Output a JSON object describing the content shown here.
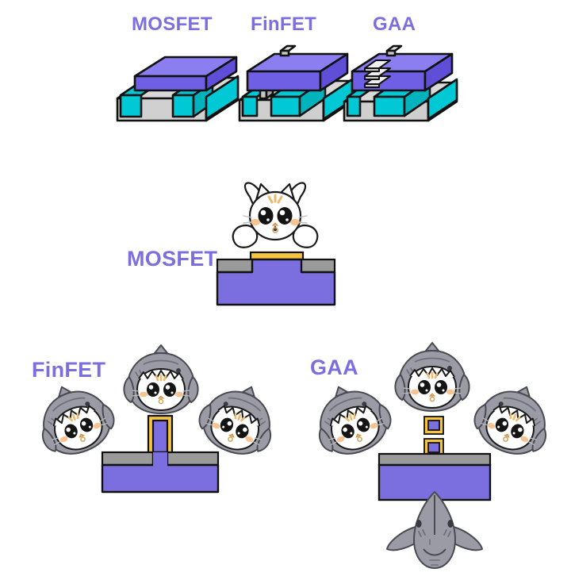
{
  "figure": {
    "title_labels_row": [
      "MOSFET",
      "FinFET",
      "GAA"
    ],
    "palette": {
      "accent_purple": "#7b6fe0",
      "body_purple": "#7b6fe0",
      "gate_gold": "#f5c542",
      "gate_gold_dark": "#c9922a",
      "silicon_gray": "#9a9a9a",
      "cyan_sd": "#00c8d4",
      "outline_black": "#111111",
      "shark_gray": "#9b9ba5",
      "shark_gray_dark": "#7e7e8a",
      "cat_white": "#ffffff",
      "cat_tan": "#f2b96b",
      "blush": "#f6b97f"
    }
  },
  "top_row": {
    "items": [
      {
        "label": "MOSFET",
        "icon": "mosfet-3d-icon",
        "gate_type": "planar"
      },
      {
        "label": "FinFET",
        "icon": "finfet-3d-icon",
        "gate_type": "fin"
      },
      {
        "label": "GAA",
        "icon": "gaa-3d-icon",
        "gate_type": "nanosheet-stack"
      }
    ]
  },
  "mosfet_section": {
    "label": "MOSFET",
    "mascots": [
      {
        "name": "cat-plain-top",
        "type": "cat",
        "hood": "none",
        "position": "top"
      }
    ],
    "cross_section": {
      "body_color": "#7b6fe0",
      "shoulder_color": "#9a9a9a",
      "gate_color": "#f5c542",
      "gate_sides": 1
    }
  },
  "finfet_section": {
    "label": "FinFET",
    "mascots": [
      {
        "name": "shark-cat-top",
        "type": "shark-cat",
        "position": "top"
      },
      {
        "name": "shark-cat-left",
        "type": "shark-cat",
        "position": "left"
      },
      {
        "name": "shark-cat-right",
        "type": "shark-cat",
        "position": "right"
      }
    ],
    "cross_section": {
      "body_color": "#7b6fe0",
      "shoulder_color": "#9a9a9a",
      "gate_color": "#f5c542",
      "gate_sides": 3,
      "fin": true
    }
  },
  "gaa_section": {
    "label": "GAA",
    "mascots": [
      {
        "name": "shark-cat-top",
        "type": "shark-cat",
        "position": "top"
      },
      {
        "name": "shark-cat-left",
        "type": "shark-cat",
        "position": "left"
      },
      {
        "name": "shark-cat-right",
        "type": "shark-cat",
        "position": "right"
      },
      {
        "name": "shark-full-bottom",
        "type": "shark",
        "position": "bottom"
      }
    ],
    "cross_section": {
      "body_color": "#7b6fe0",
      "shoulder_color": "#9a9a9a",
      "gate_color": "#f5c542",
      "gate_sides": 4,
      "nanosheets": 3
    }
  }
}
